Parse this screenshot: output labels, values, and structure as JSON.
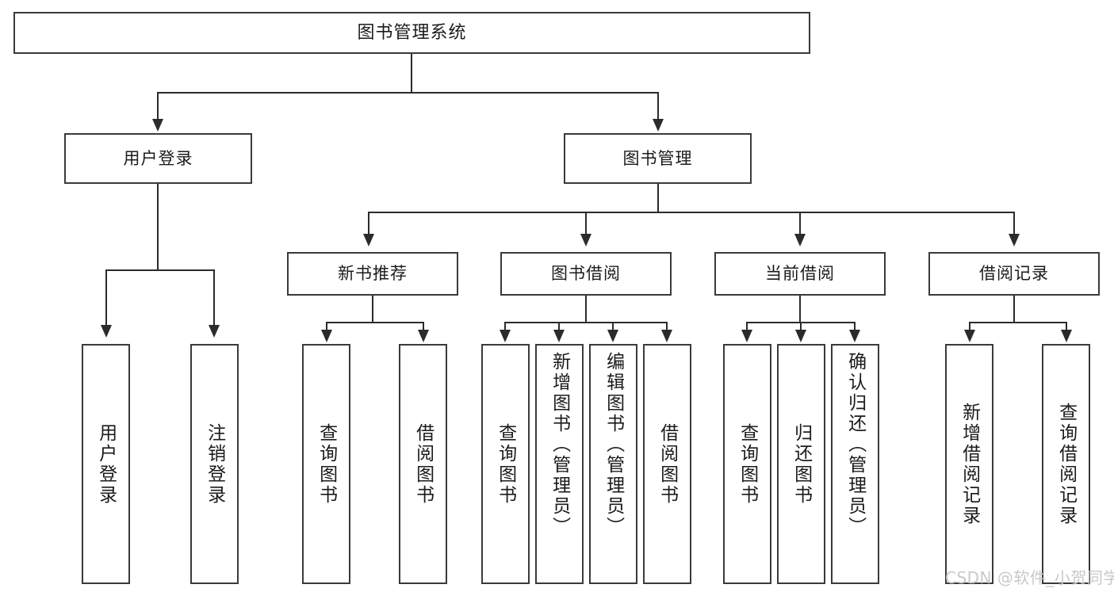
{
  "diagram": {
    "type": "tree-hierarchy",
    "title": "图书管理系统",
    "watermark": "CSDN @软件_小贺同学",
    "colors": {
      "box_border": "#3a3a3a",
      "connector": "#2b2b2b",
      "text": "#1b1b1b",
      "background": "#ffffff",
      "watermark": "#c9c9c9"
    },
    "levels": {
      "root": {
        "label": "图书管理系统"
      },
      "level2": [
        {
          "label": "用户登录"
        },
        {
          "label": "图书管理"
        }
      ],
      "level3": [
        {
          "label": "新书推荐"
        },
        {
          "label": "图书借阅"
        },
        {
          "label": "当前借阅"
        },
        {
          "label": "借阅记录"
        }
      ],
      "leaves": {
        "user_login": [
          {
            "label": "用户登录"
          },
          {
            "label": "注销登录"
          }
        ],
        "new_book_recommend": [
          {
            "label": "查询图书"
          },
          {
            "label": "借阅图书"
          }
        ],
        "book_borrow": [
          {
            "label": "查询图书"
          },
          {
            "label": "新增图书（管理员）"
          },
          {
            "label": "编辑图书（管理员）"
          },
          {
            "label": "借阅图书"
          }
        ],
        "current_borrow": [
          {
            "label": "查询图书"
          },
          {
            "label": "归还图书"
          },
          {
            "label": "确认归还（管理员）"
          }
        ],
        "borrow_record": [
          {
            "label": "新增借阅记录"
          },
          {
            "label": "查询借阅记录"
          }
        ]
      }
    }
  }
}
